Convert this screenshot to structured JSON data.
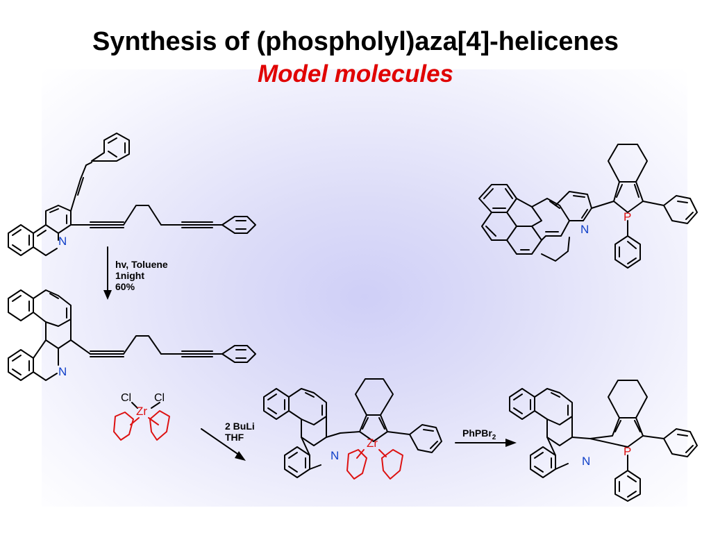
{
  "title": "Synthesis of (phospholyl)aza[4]-helicenes",
  "subtitle": "Model molecules",
  "atoms": {
    "nitrogen": "N",
    "phosphorus": "P",
    "zirconium": "Zr",
    "chlorine": "Cl"
  },
  "step1": {
    "line1": "hv, Toluene",
    "line2": "1night",
    "line3": "60%"
  },
  "step2": {
    "line1": "2 BuLi",
    "line2": "THF"
  },
  "step3": {
    "reagent_main": "PhPBr",
    "reagent_sub": "2"
  },
  "colors": {
    "title": "#000000",
    "subtitle": "#e00000",
    "nitrogen": "#1040c8",
    "phosphorus": "#dd1111",
    "zirconocene": "#dd1111"
  }
}
